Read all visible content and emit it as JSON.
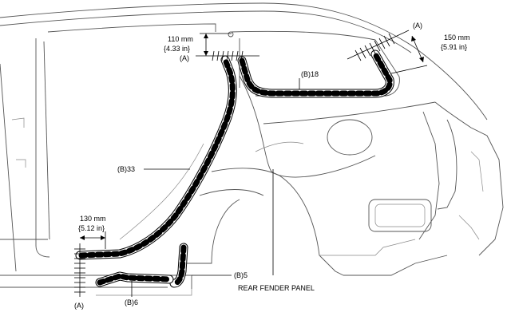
{
  "labels": {
    "dim_110_mm": "110 mm",
    "dim_110_in": "{4.33 in}",
    "ref_a": "(A)",
    "dim_150_mm": "150 mm",
    "dim_150_in": "{5.91 in}",
    "b18": "(B)18",
    "b33": "(B)33",
    "dim_130_mm": "130 mm",
    "dim_130_in": "{5.12 in}",
    "b5": "(B)5",
    "b6": "(B)6",
    "rear_fender_panel": "REAR FENDER PANEL"
  }
}
